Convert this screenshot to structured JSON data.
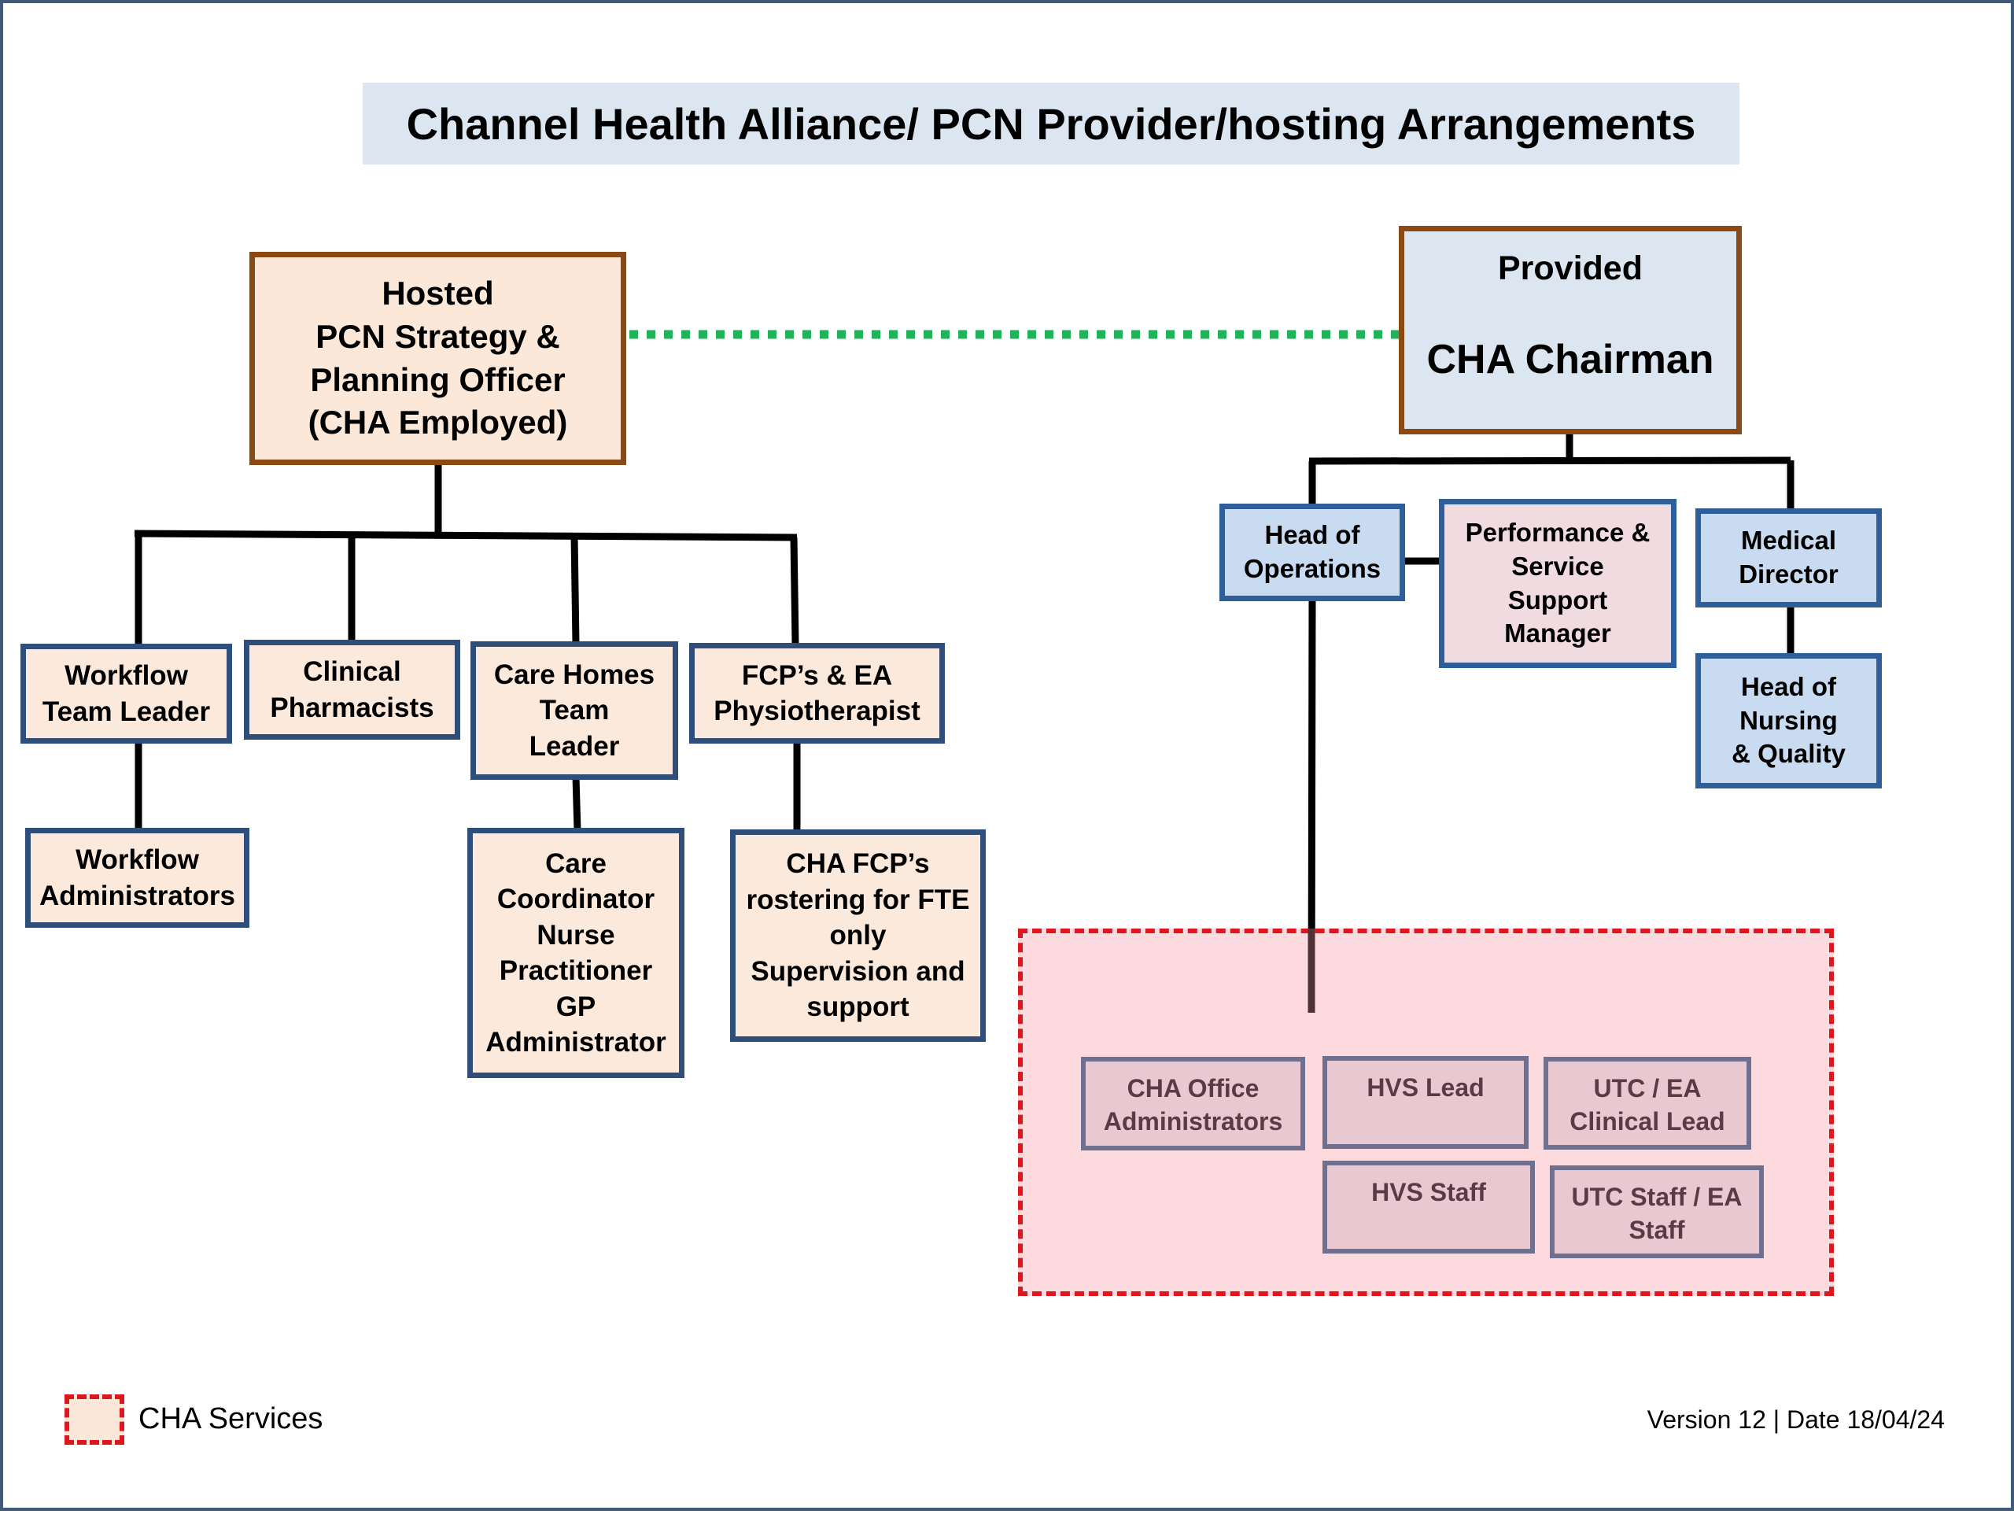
{
  "title": "Channel Health Alliance/ PCN Provider/hosting Arrangements",
  "hosted": {
    "label": "Hosted",
    "role_lines": [
      "PCN Strategy &",
      "Planning Officer",
      "(CHA Employed)"
    ]
  },
  "provided": {
    "label": "Provided",
    "role": "CHA Chairman"
  },
  "hosted_team": {
    "workflow_team_leader": [
      "Workflow",
      "Team Leader"
    ],
    "workflow_administrators": [
      "Workflow",
      "Administrators"
    ],
    "clinical_pharmacists": [
      "Clinical",
      "Pharmacists"
    ],
    "care_homes_team_leader": [
      "Care Homes",
      "Team",
      "Leader"
    ],
    "care_team": [
      "Care",
      "Coordinator",
      "Nurse",
      "Practitioner",
      "GP",
      "Administrator"
    ],
    "fcp_physio": [
      "FCP’s & EA",
      "Physiotherapist"
    ],
    "cha_fcp_rostering": [
      "CHA FCP’s",
      "rostering for FTE",
      "only",
      "Supervision and",
      "support"
    ]
  },
  "provided_team": {
    "head_of_operations": [
      "Head of",
      "Operations"
    ],
    "performance_manager": [
      "Performance &",
      "Service",
      "Support",
      "Manager"
    ],
    "medical_director": [
      "Medical",
      "Director"
    ],
    "head_of_nursing": [
      "Head of",
      "Nursing",
      "& Quality"
    ]
  },
  "cha_services": {
    "office_administrators": [
      "CHA Office",
      "Administrators"
    ],
    "hvs_lead": [
      "HVS Lead"
    ],
    "utc_clinical_lead": [
      "UTC / EA",
      "Clinical Lead"
    ],
    "hvs_staff": [
      "HVS Staff"
    ],
    "utc_staff": [
      "UTC Staff / EA",
      "Staff"
    ]
  },
  "legend": {
    "label": "CHA Services"
  },
  "footer": {
    "version": "Version 12 | Date 18/04/24"
  },
  "colors": {
    "dotted_link": "#1fb35a",
    "services_border": "#e0161f",
    "services_fill": "#fddadd",
    "peach": "#fbeadb",
    "light_blue": "#c9dbf0"
  }
}
